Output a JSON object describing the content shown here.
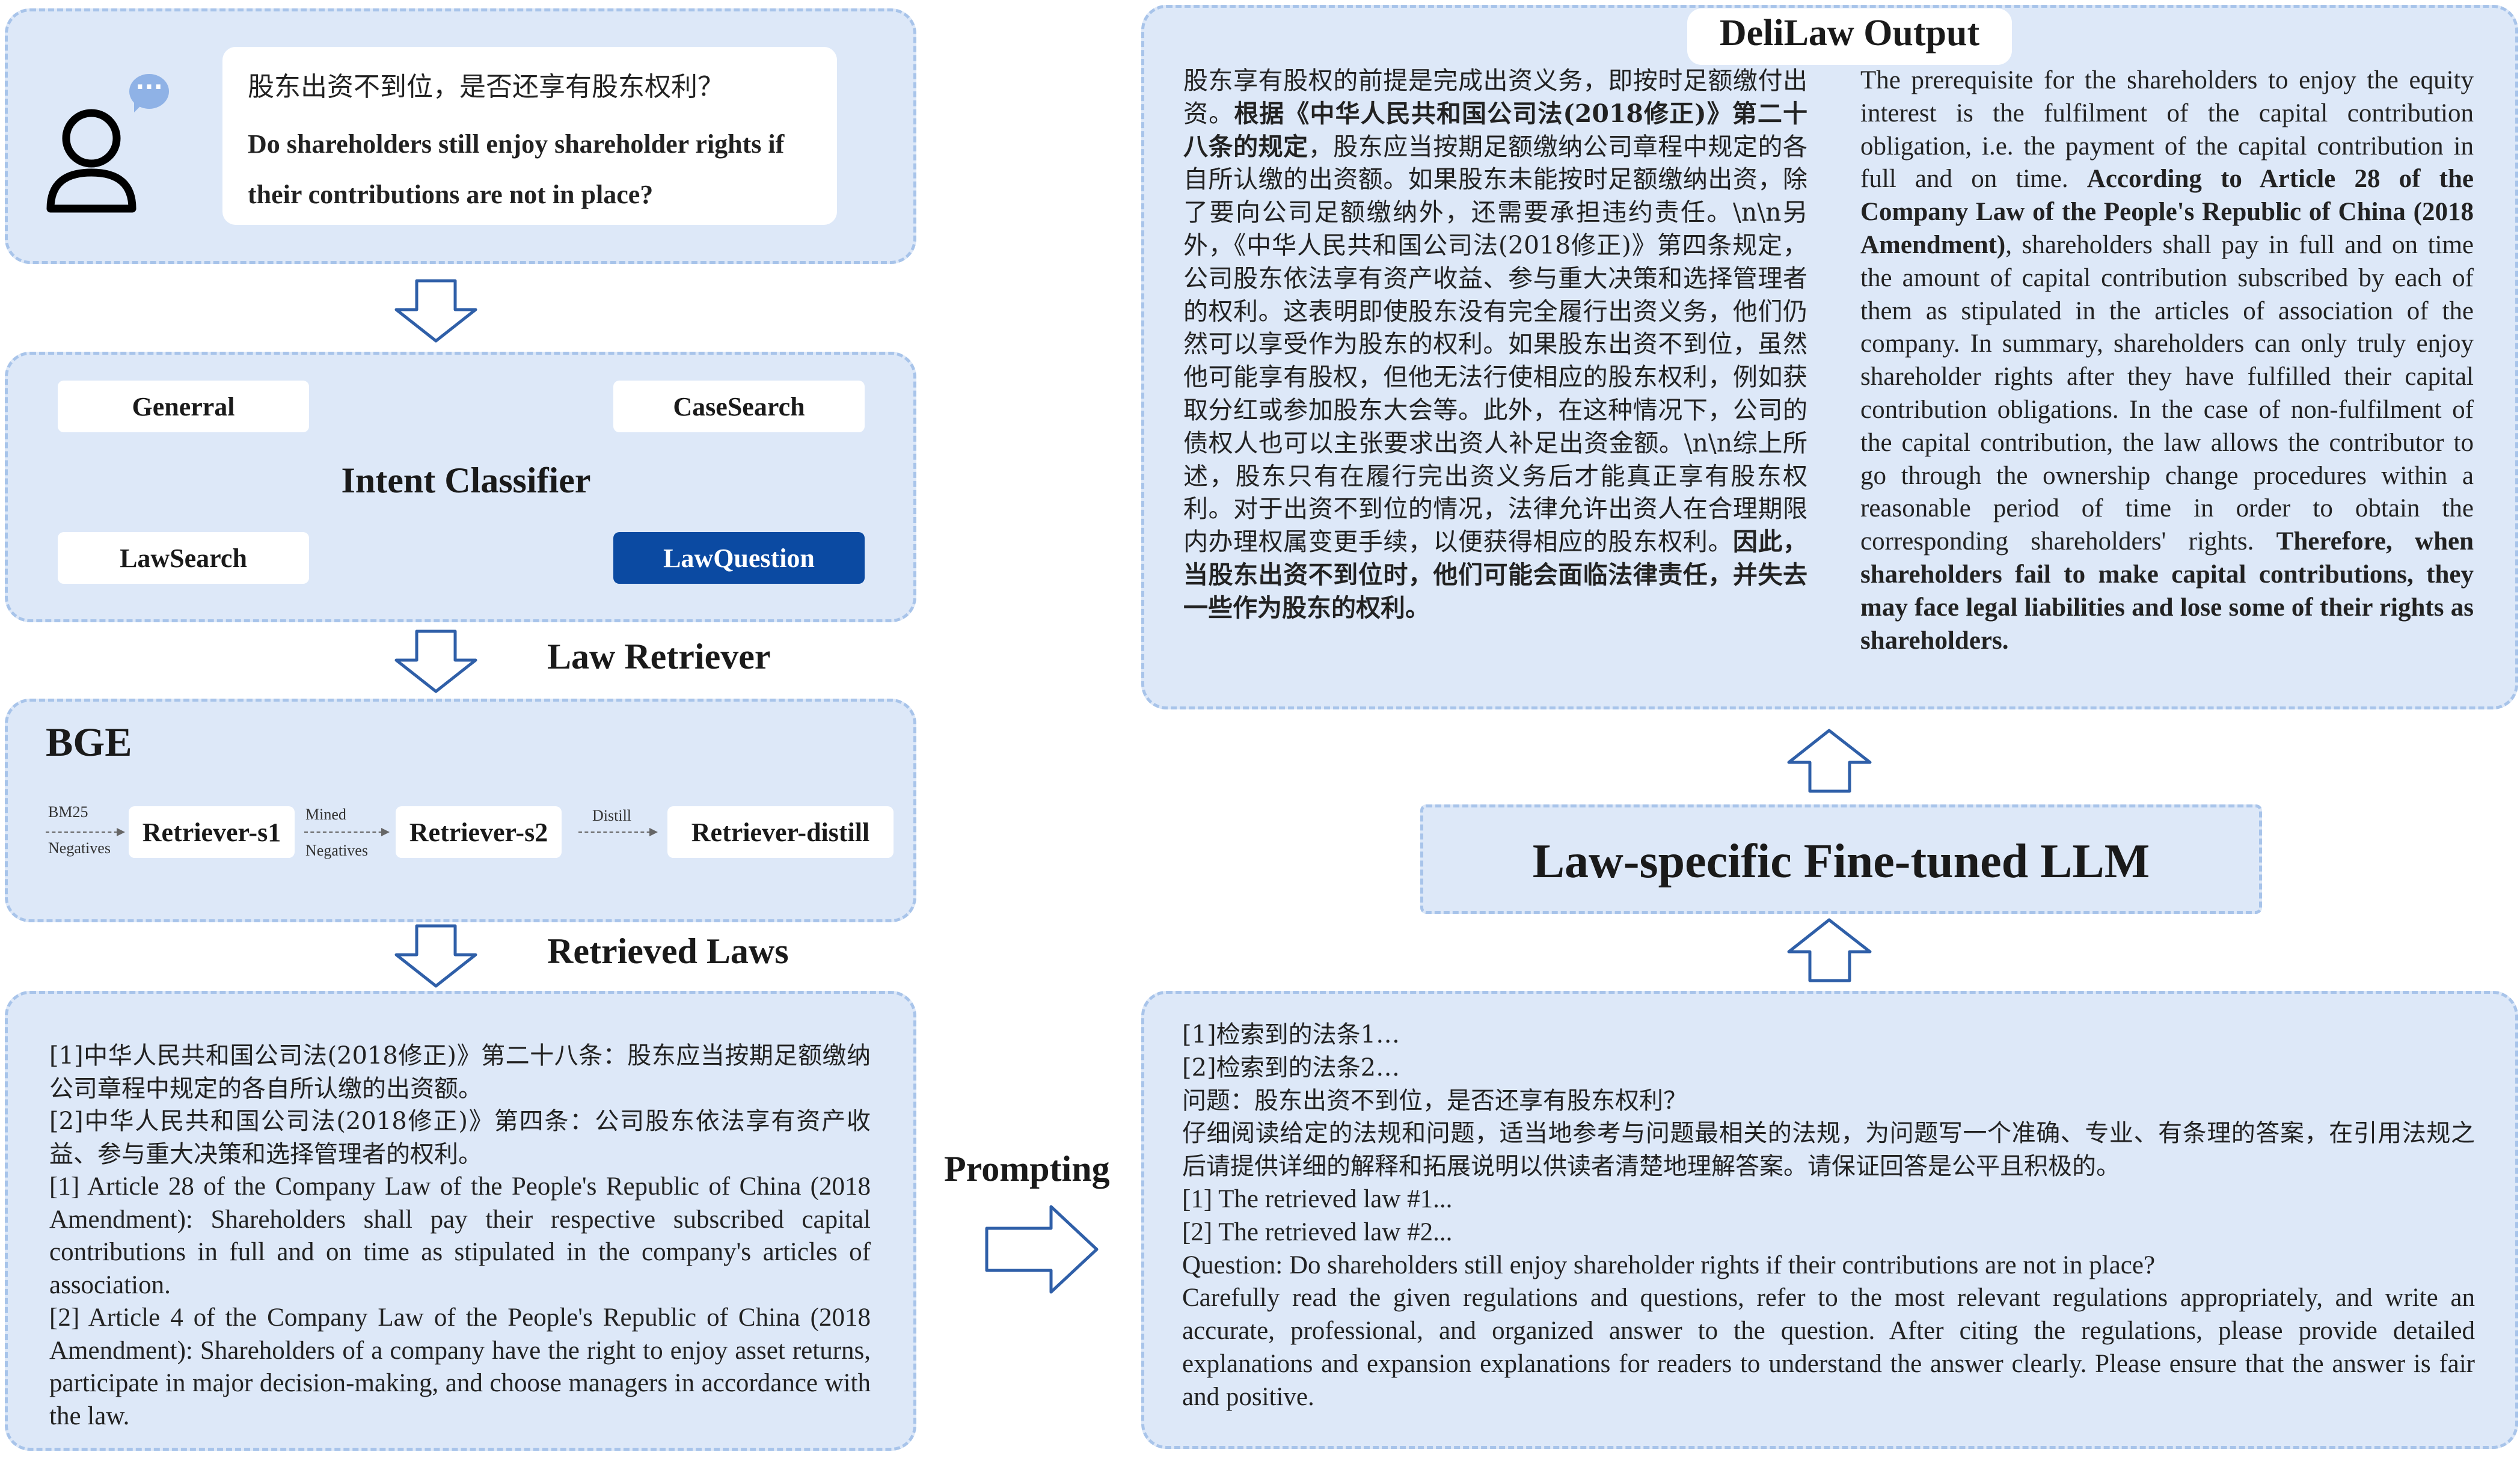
{
  "user_query": {
    "question_cn": "股东出资不到位，是否还享有股东权利？",
    "question_en": "Do shareholders still enjoy shareholder rights if their contributions are not in place?",
    "chat_icon_dots": "···"
  },
  "intent_classifier": {
    "title": "Intent Classifier",
    "classes": [
      {
        "label": "Generral",
        "active": false
      },
      {
        "label": "CaseSearch",
        "active": false
      },
      {
        "label": "LawSearch",
        "active": false
      },
      {
        "label": "LawQuestion",
        "active": true
      }
    ]
  },
  "law_retriever": {
    "label": "Law Retriever",
    "model": "BGE",
    "stages": [
      "Retriever-s1",
      "Retriever-s2",
      "Retriever-distill"
    ],
    "edges": [
      {
        "top": "BM25",
        "bottom": "Negatives"
      },
      {
        "top": "Mined",
        "bottom": "Negatives"
      },
      {
        "top": "Distill",
        "bottom": ""
      }
    ]
  },
  "retrieved_laws": {
    "label": "Retrieved Laws",
    "items": [
      "[1]中华人民共和国公司法(2018修正)》第二十八条：股东应当按期足额缴纳公司章程中规定的各自所认缴的出资额。",
      "[2]中华人民共和国公司法(2018修正)》第四条：公司股东依法享有资产收益、参与重大决策和选择管理者的权利。",
      "[1] Article 28 of the Company Law of the People's Republic of China (2018 Amendment): Shareholders shall pay their respective subscribed capital contributions in full and on time as stipulated in the company's articles of association.",
      "[2] Article 4 of the Company Law of the People's Republic of China (2018 Amendment): Shareholders of a company have the right to enjoy asset returns, participate in major decision-making, and choose managers in accordance with the law."
    ]
  },
  "prompting": {
    "label": "Prompting",
    "lines": [
      "[1]检索到的法条1…",
      "[2]检索到的法条2…",
      "问题：股东出资不到位，是否还享有股东权利？",
      "仔细阅读给定的法规和问题，适当地参考与问题最相关的法规，为问题写一个准确、专业、有条理的答案，在引用法规之后请提供详细的解释和拓展说明以供读者清楚地理解答案。请保证回答是公平且积极的。",
      "[1] The retrieved law #1...",
      "[2] The retrieved law #2...",
      "Question: Do shareholders still enjoy shareholder rights if their contributions are not in place?",
      "Carefully read the given regulations and questions, refer to the most relevant regulations appropriately, and write an accurate, professional, and organized answer to the question. After citing the regulations, please provide detailed explanations and expansion explanations for readers to understand the answer clearly. Please ensure that the answer is fair and positive."
    ]
  },
  "llm": {
    "label": "Law-specific Fine-tuned LLM"
  },
  "output": {
    "title": "DeliLaw Output",
    "cn": {
      "p1": "股东享有股权的前提是完成出资义务，即按时足额缴付出资。",
      "b1": "根据《中华人民共和国公司法(2018修正)》第二十八条的规定",
      "p2": "，股东应当按期足额缴纳公司章程中规定的各自所认缴的出资额。如果股东未能按时足额缴纳出资，除了要向公司足额缴纳外，还需要承担违约责任。\\n\\n另外，《中华人民共和国公司法(2018修正)》第四条规定，公司股东依法享有资产收益、参与重大决策和选择管理者的权利。这表明即使股东没有完全履行出资义务，他们仍然可以享受作为股东的权利。如果股东出资不到位，虽然他可能享有股权，但他无法行使相应的股东权利，例如获取分红或参加股东大会等。此外，在这种情况下，公司的债权人也可以主张要求出资人补足出资金额。\\n\\n综上所述，股东只有在履行完出资义务后才能真正享有股东权利。对于出资不到位的情况，法律允许出资人在合理期限内办理权属变更手续，以便获得相应的股东权利。",
      "b2": "因此，当股东出资不到位时，他们可能会面临法律责任，并失去一些作为股东的权利。"
    },
    "en": {
      "p1": "The prerequisite for the shareholders to enjoy the equity interest is the fulfilment of the capital contribution obligation, i.e. the payment of the capital contribution in full and on time. ",
      "b1": "According to Article 28 of the Company Law of the People's Republic of China (2018 Amendment)",
      "p2": ", shareholders shall pay in full and on time the amount of capital contribution subscribed by each of them as stipulated in the articles of association of the company. In summary, shareholders can only truly enjoy shareholder rights after they have fulfilled their capital contribution obligations. In the case of non-fulfilment of the capital contribution, the law allows the contributor to go through the ownership change procedures within a reasonable period of time in order to obtain the corresponding shareholders' rights. ",
      "b2": "Therefore, when shareholders fail to make capital contributions, they may face legal liabilities and lose some of their rights as shareholders."
    }
  },
  "colors": {
    "panel_fill": "#dde8f8",
    "panel_border": "#a8c4ea",
    "active_chip": "#0b4aa2",
    "arrow_stroke": "#2f5fa8"
  }
}
